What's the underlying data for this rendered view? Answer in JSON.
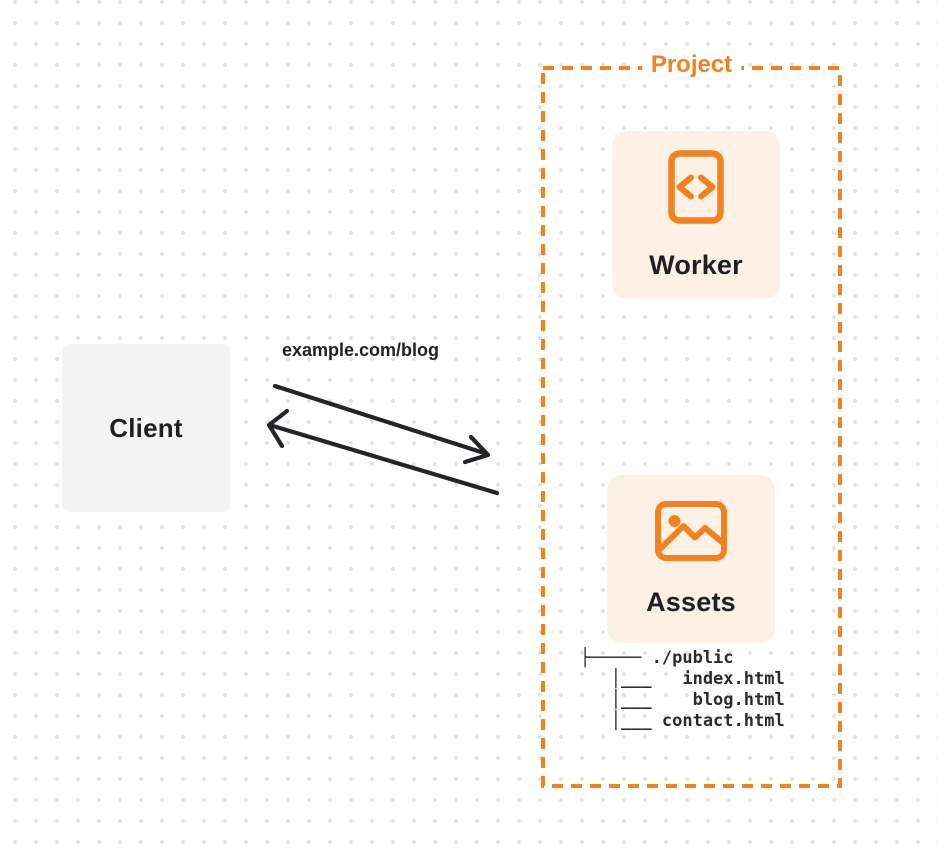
{
  "colors": {
    "accent": "#F28220",
    "card_bg": "#FCF1E4",
    "client_bg": "#F4F4F5",
    "text_dark": "#1E2022",
    "tree_text": "#2B2B2B",
    "arrow": "#242528",
    "dot": "#E3E3E6"
  },
  "client": {
    "label": "Client"
  },
  "request": {
    "label": "example.com/blog"
  },
  "project": {
    "label": "Project",
    "worker": {
      "label": "Worker",
      "icon": "code-file-icon"
    },
    "assets": {
      "label": "Assets",
      "icon": "image-icon"
    },
    "file_tree": [
      "├───── ./public",
      "   │___   index.html",
      "   │___    blog.html",
      "   │___ contact.html"
    ]
  }
}
